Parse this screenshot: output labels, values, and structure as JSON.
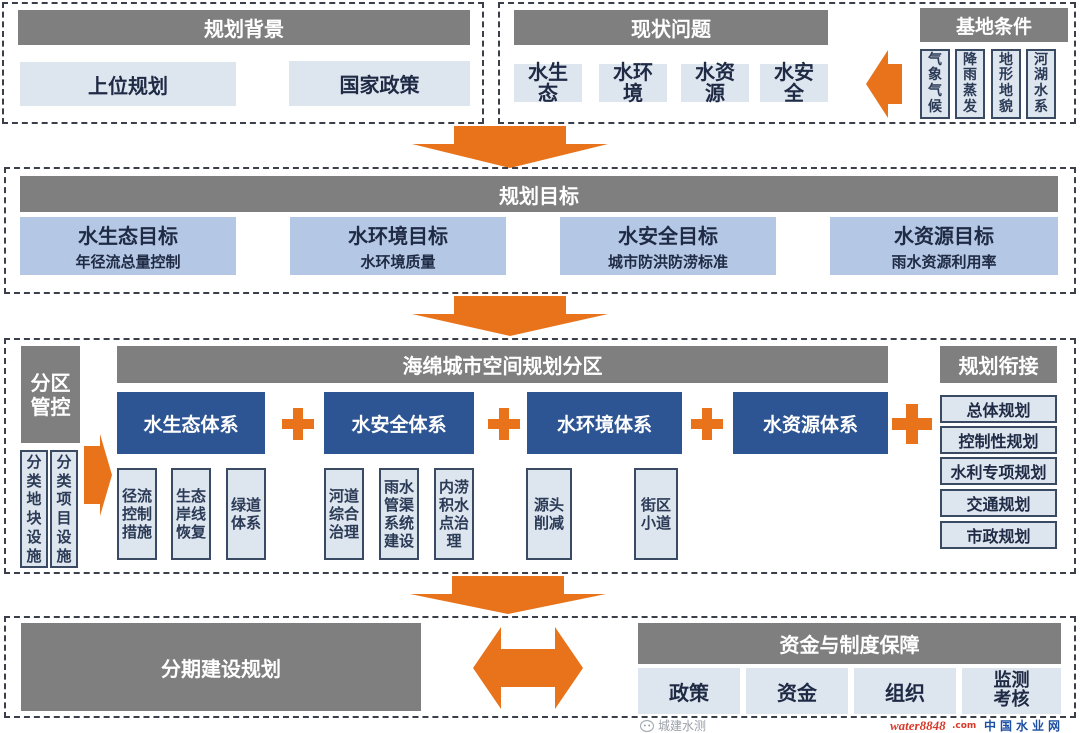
{
  "background_section": {
    "header": "规划背景",
    "items": [
      "上位规划",
      "国家政策"
    ]
  },
  "problems_section": {
    "header": "现状问题",
    "items": [
      "水生态",
      "水环境",
      "水资源",
      "水安全"
    ]
  },
  "base_conditions": {
    "header": "基地条件",
    "items": [
      "气象气候",
      "降雨蒸发",
      "地形地貌",
      "河湖水系"
    ]
  },
  "goals_section": {
    "header": "规划目标",
    "goals": [
      {
        "title": "水生态目标",
        "subtitle": "年径流总量控制"
      },
      {
        "title": "水环境目标",
        "subtitle": "水环境质量"
      },
      {
        "title": "水安全目标",
        "subtitle": "城市防洪防涝标准"
      },
      {
        "title": "水资源目标",
        "subtitle": "雨水资源利用率"
      }
    ]
  },
  "zoning_section": {
    "control_header": "分区管控",
    "control_items": [
      "分类地块设施",
      "分类项目设施"
    ],
    "spatial_header": "海绵城市空间规划分区",
    "systems": [
      {
        "name": "水生态体系",
        "children": [
          "径流控制措施",
          "生态岸线恢复",
          "绿道体系"
        ]
      },
      {
        "name": "水安全体系",
        "children": [
          "河道综合治理",
          "雨水管渠系统建设",
          "内涝积水点治理"
        ]
      },
      {
        "name": "水环境体系",
        "children": [
          "源头削减",
          "街区小道"
        ]
      },
      {
        "name": "水资源体系",
        "children": []
      }
    ],
    "linkage_header": "规划衔接",
    "linkage_items": [
      "总体规划",
      "控制性规划",
      "水利专项规划",
      "交通规划",
      "市政规划"
    ]
  },
  "implementation_section": {
    "phased_plan": "分期建设规划",
    "guarantee_header": "资金与制度保障",
    "guarantee_items": [
      "政策",
      "资金",
      "组织",
      "监测考核"
    ]
  },
  "watermark": {
    "account": "城建水测",
    "site_brand": "water8848",
    "site_suffix": ".com",
    "site_cn": "中国水业网"
  },
  "colors": {
    "gray_header": "#7f7f7f",
    "light_blue": "#dde5ef",
    "mid_blue": "#b4c7e4",
    "navy": "#2e5593",
    "orange": "#e8731a"
  }
}
